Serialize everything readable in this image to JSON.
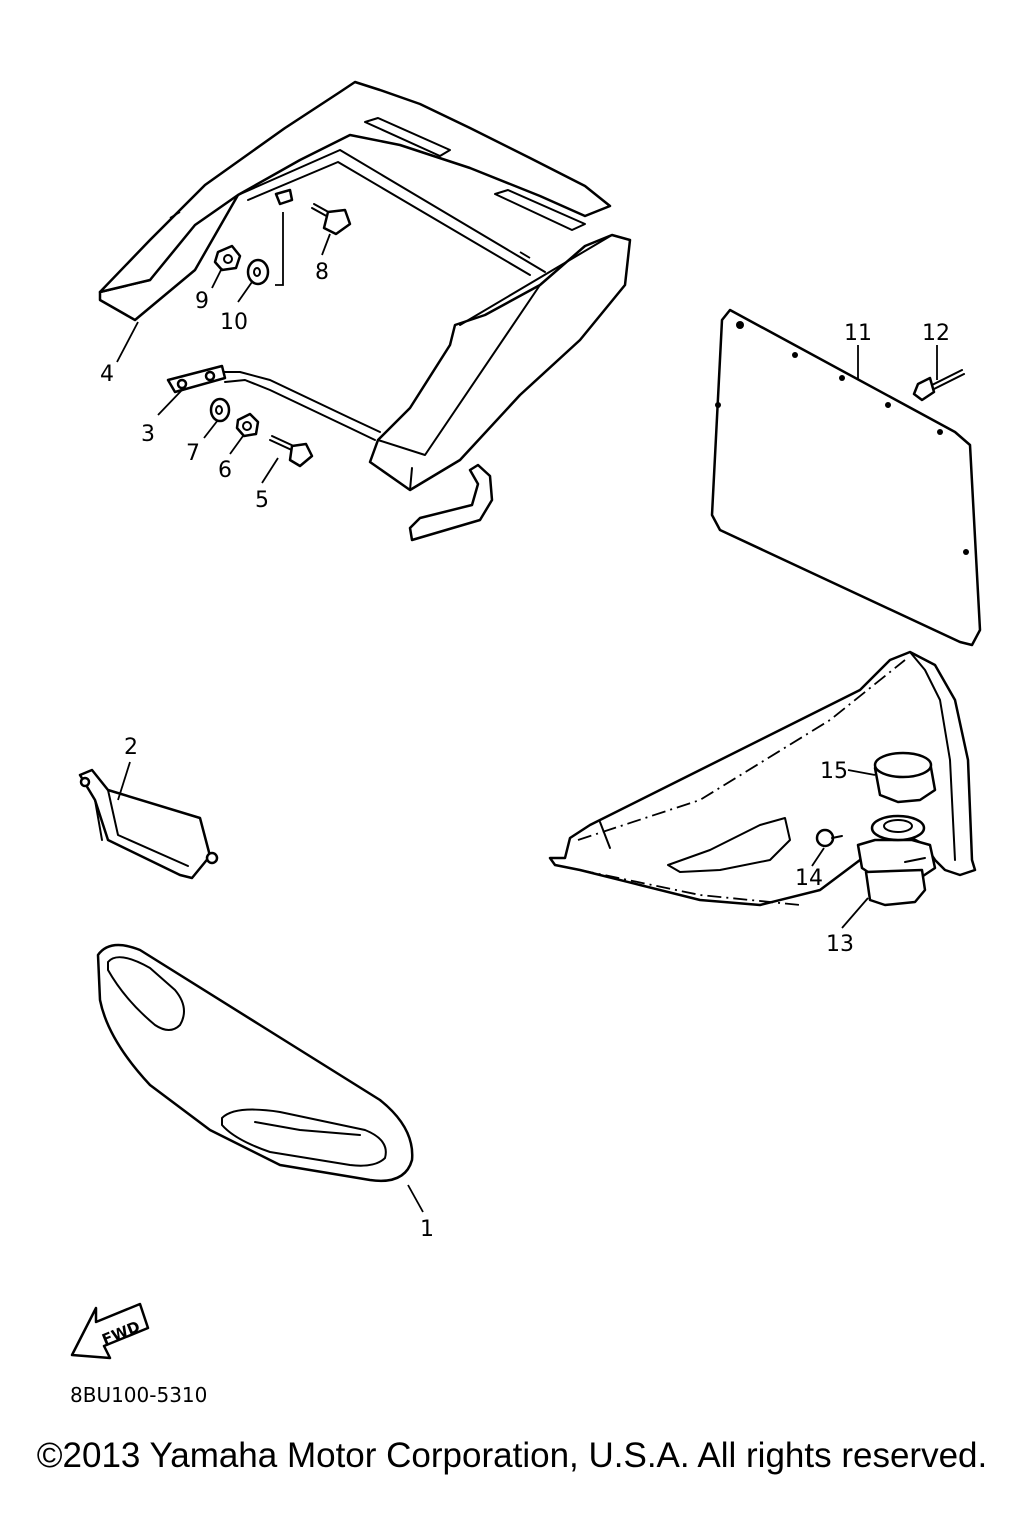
{
  "diagram": {
    "callouts": {
      "p1": "1",
      "p2": "2",
      "p3": "3",
      "p4": "4",
      "p5": "5",
      "p6": "6",
      "p7": "7",
      "p8": "8",
      "p9": "9",
      "p10": "10",
      "p11": "11",
      "p12": "12",
      "p13": "13",
      "p14": "14",
      "p15": "15"
    },
    "fwd_label": "FWD",
    "diagram_code": "8BU100-5310"
  },
  "footer": {
    "copyright": "©2013 Yamaha Motor Corporation, U.S.A. All rights reserved."
  }
}
